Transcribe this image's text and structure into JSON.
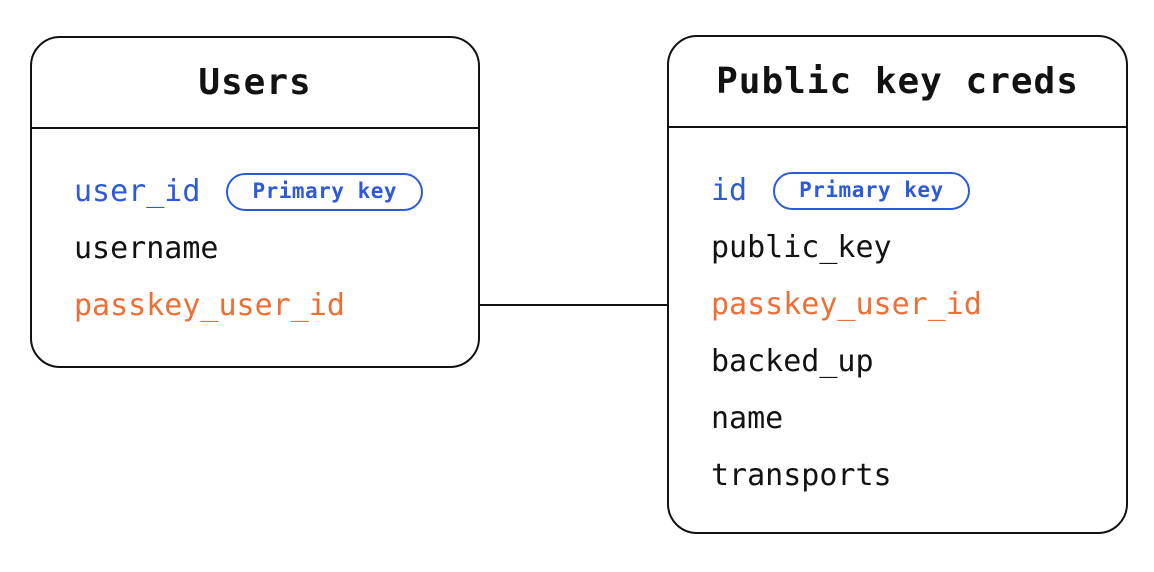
{
  "diagram": {
    "type": "entity-relationship",
    "colors": {
      "primary_blue": "#2d5bd7",
      "foreign_orange": "#ed6f35",
      "line_black": "#121212",
      "bg": "#ffffff"
    },
    "tables": [
      {
        "title": "Users",
        "fields": [
          {
            "name": "user_id",
            "role": "primary",
            "badge": "Primary key"
          },
          {
            "name": "username",
            "role": "normal"
          },
          {
            "name": "passkey_user_id",
            "role": "foreign"
          }
        ]
      },
      {
        "title": "Public key creds",
        "fields": [
          {
            "name": "id",
            "role": "primary",
            "badge": "Primary key"
          },
          {
            "name": "public_key",
            "role": "normal"
          },
          {
            "name": "passkey_user_id",
            "role": "foreign"
          },
          {
            "name": "backed_up",
            "role": "normal"
          },
          {
            "name": "name",
            "role": "normal"
          },
          {
            "name": "transports",
            "role": "normal"
          }
        ]
      }
    ],
    "relationship": {
      "from": "Users.passkey_user_id",
      "to": "Public key creds.passkey_user_id",
      "style": "plain-line"
    }
  }
}
